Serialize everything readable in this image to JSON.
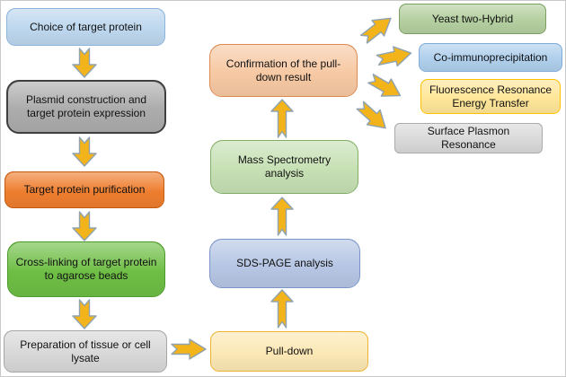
{
  "nodes": {
    "choice": {
      "label": "Choice of target protein",
      "fill": "#BDD7EE",
      "border": "#8DB4D9"
    },
    "plasmid": {
      "label": "Plasmid construction and target protein expression",
      "fill": "#ACACAC",
      "border": "#3F3F3F"
    },
    "purification": {
      "label": "Target protein purification",
      "fill": "#EE7E2F",
      "border": "#C55A11"
    },
    "crosslink": {
      "label": "Cross-linking of target protein to agarose beads",
      "fill": "#6EBE45",
      "border": "#4F9A2D"
    },
    "lysate": {
      "label": "Preparation of tissue or cell lysate",
      "fill": "#D8D8D8",
      "border": "#A6A6A6"
    },
    "pulldown": {
      "label": "Pull-down",
      "fill": "#FBE8B5",
      "border": "#EDB437"
    },
    "sdspage": {
      "label": "SDS-PAGE analysis",
      "fill": "#B6C6E4",
      "border": "#7D96C9"
    },
    "massspec": {
      "label": "Mass Spectrometry analysis",
      "fill": "#C6E0B4",
      "border": "#84AD68"
    },
    "confirmation": {
      "label": "Confirmation of the pull-down result",
      "fill": "#F7C9A4",
      "border": "#DD8A52"
    },
    "yeast": {
      "label": "Yeast two-Hybrid",
      "fill": "#B4CFA0",
      "border": "#7C9E61"
    },
    "coip": {
      "label": "Co-immunoprecipitation",
      "fill": "#AFCFEC",
      "border": "#7FACD8"
    },
    "fret": {
      "label": "Fluorescence Resonance Energy Transfer",
      "fill": "#FFE699",
      "border": "#FFC000"
    },
    "spr": {
      "label": "Surface Plasmon Resonance",
      "fill": "#D9D9D9",
      "border": "#ABABAB"
    }
  },
  "arrow": {
    "fill": "#F2B31B",
    "outline": "#8FA3B0"
  }
}
